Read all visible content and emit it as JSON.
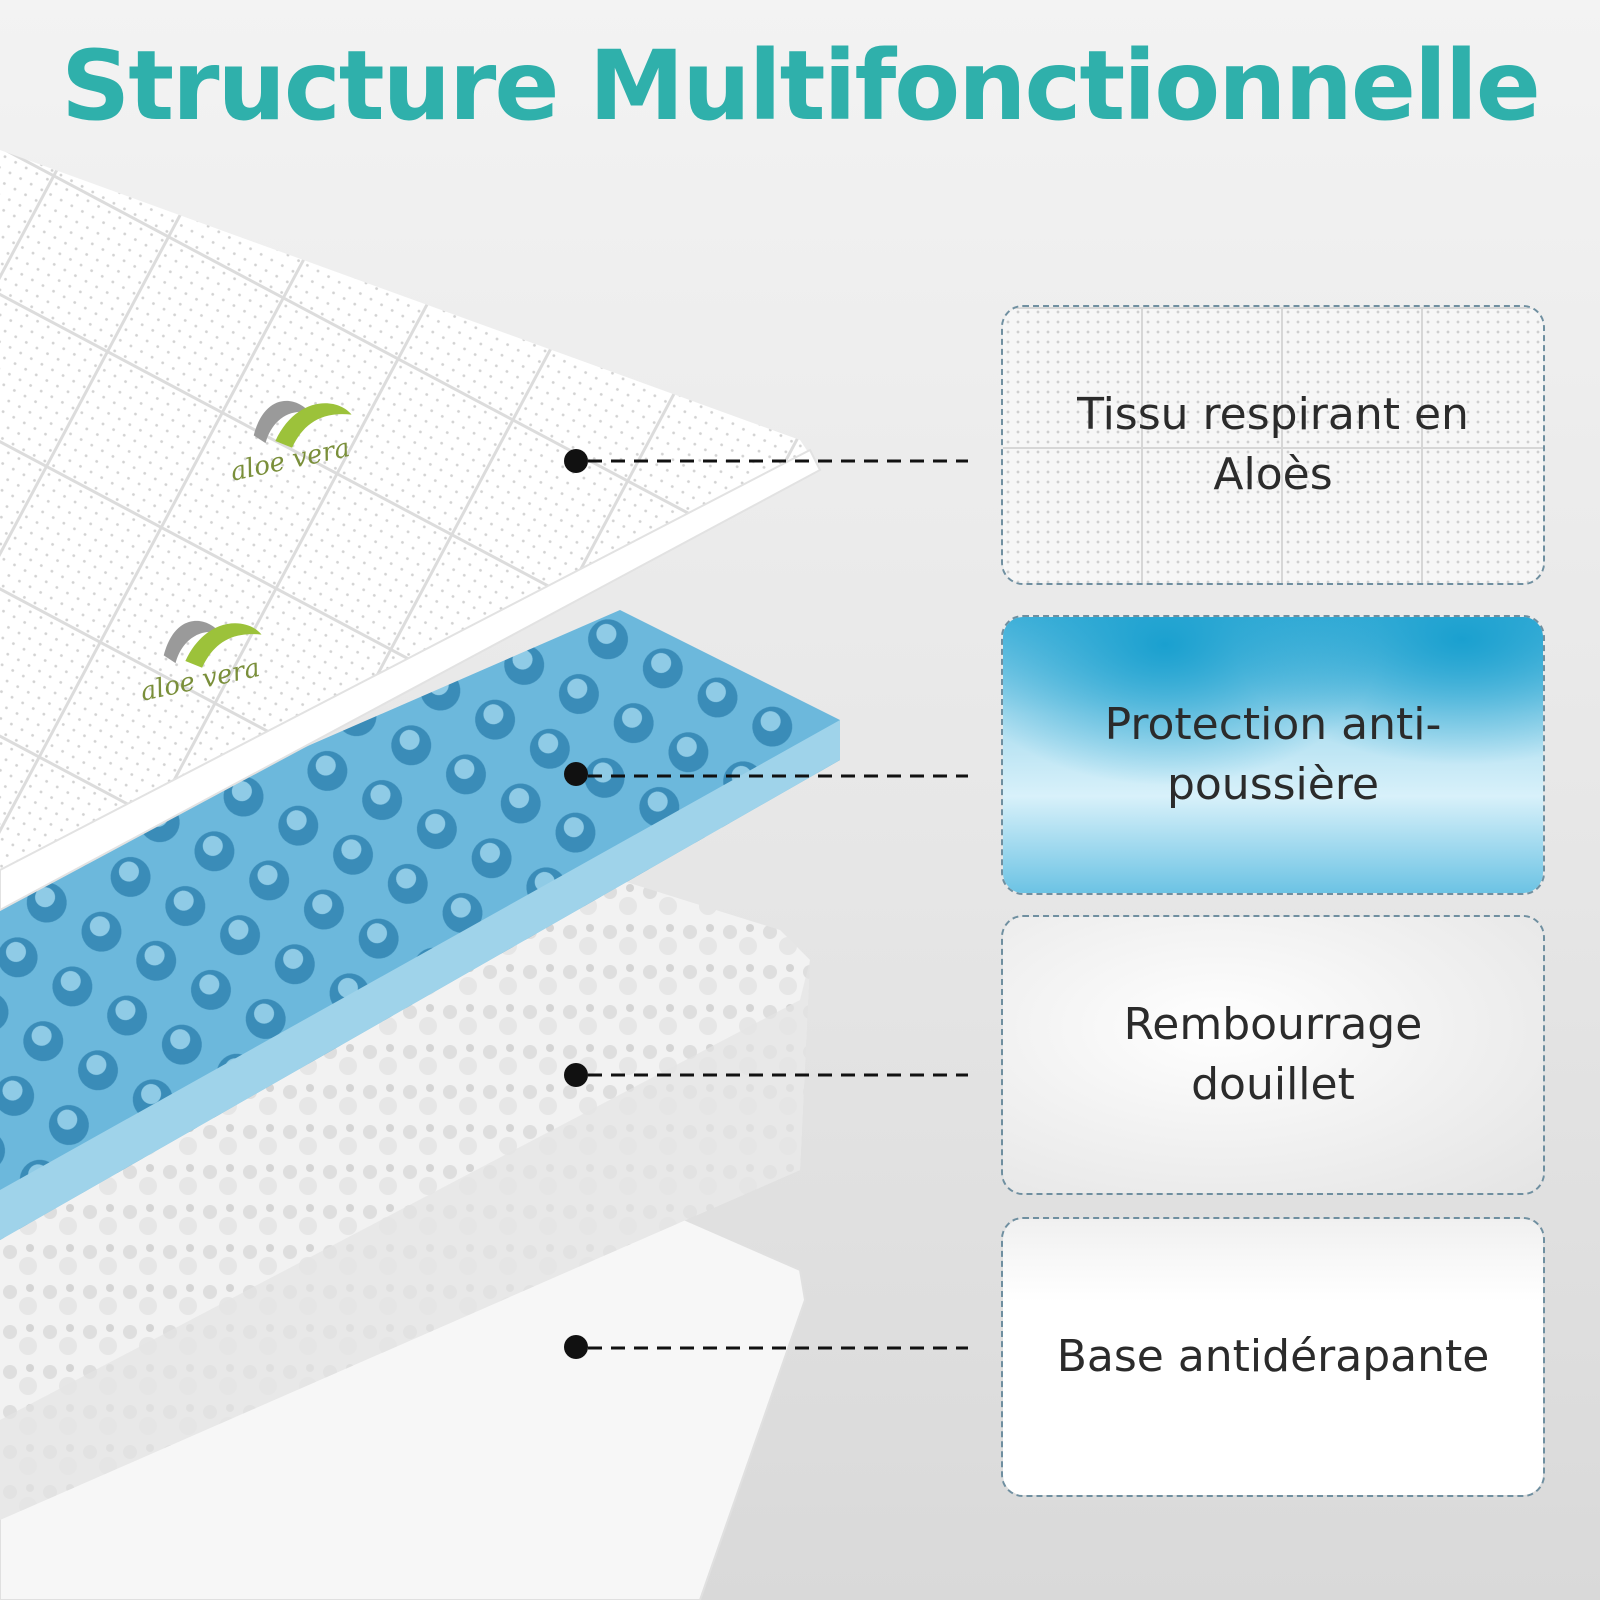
{
  "title": "Structure Multifonctionnelle",
  "brand_text": "aloe vera",
  "colors": {
    "title": "#2fb0ab",
    "foam": "#6cc3e4",
    "foam_dark": "#3a8cb8",
    "leader": "#111111",
    "aloe_green": "#9cc23a"
  },
  "layers": [
    {
      "label": "Tissu respirant en Aloès"
    },
    {
      "label": "Protection anti-poussière"
    },
    {
      "label": "Rembourrage douillet"
    },
    {
      "label": "Base antidérapante"
    }
  ]
}
